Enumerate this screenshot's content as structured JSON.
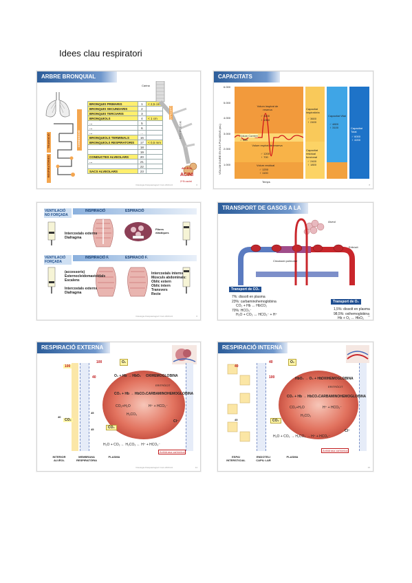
{
  "doc_title": "Idees clau respiratori",
  "footer_text": "Fisiologia Fisiopatologia II Curs 2023-24",
  "slide1": {
    "header": "ARBRE BRONQUIAL",
    "carina": "Carina",
    "left_side": [
      "ZONA DE CONDUCCIÓ",
      "CONDUCCIÓ",
      "TRANSICIÓ",
      "RESPIRATÒRIES"
    ],
    "rows": [
      {
        "name": "BRONQUIS PRIMARIS",
        "num": "1",
        "size": "< 2,5 cm"
      },
      {
        "name": "BRONQUIS SECUNDARIS",
        "num": "2",
        "size": ""
      },
      {
        "name": "BRONQUIS TERCIARIS",
        "num": "3",
        "size": ""
      },
      {
        "name": "BRONQUIOLS",
        "num": "4",
        "size": "< 1 cm"
      },
      {
        "name": "…",
        "num": "5",
        "size": ""
      },
      {
        "name": "…",
        "num": "6",
        "size": ""
      },
      {
        "name": "…",
        "num": "…",
        "size": ""
      },
      {
        "name": "BRONQUIOLS TERMINALS",
        "num": "16",
        "size": ""
      },
      {
        "name": "BRONQUIOLS RESPIRATORIS",
        "num": "17",
        "size": "< 0,5 mm"
      },
      {
        "name": "",
        "num": "18",
        "size": ""
      },
      {
        "name": "",
        "num": "19",
        "size": ""
      },
      {
        "name": "CONDUCTES ALVEOLARS",
        "num": "20",
        "size": ""
      },
      {
        "name": "…",
        "num": "21",
        "size": ""
      },
      {
        "name": "",
        "num": "22",
        "size": ""
      },
      {
        "name": "SACS ALVEOLARS",
        "num": "23",
        "size": ""
      }
    ],
    "cartilag": "CARTÍLAG",
    "muscul": "MÚSCUL LLIS",
    "alveol": "ALVÈOL",
    "acin": "ACINI",
    "acin_sub": "2^5=acini",
    "page": "6"
  },
  "slide2": {
    "header": "CAPACITATS PULMONARS",
    "ylabel": "VOLUM D'AIRE EN ELS PULMONS (mL)",
    "xlabel": "Temps",
    "yticks": [
      "6.000",
      "5.000",
      "4.000",
      "3.000",
      "2.000",
      "1.000"
    ],
    "vri_title": "Volum inspirat de reserva",
    "vri_vals": [
      "♂ 3100",
      "♀ 1900"
    ],
    "vc_title": "Volum Corrent",
    "vc_val": "♂ 500",
    "vre_title": "Volum espirat de reserva",
    "vre_vals": [
      "♂ 1200",
      "♀ 700"
    ],
    "vr_title": "Volum residual",
    "vr_vals": [
      "♂ 1200",
      "♀ 1100"
    ],
    "ci_title": "Capacitat inspiratòria",
    "ci_vals": [
      "♂ 3600",
      "♀ 2400"
    ],
    "crf_title": "Capacitat residual funcional",
    "crf_vals": [
      "♂ 2400",
      "♀ 1800"
    ],
    "cv_title": "Capacitat Vital",
    "cv_vals": [
      "♂ 4800",
      "♀ 3100"
    ],
    "ct_title": "Capacitat Total",
    "ct_vals": [
      "♂ 6000",
      "♀ 4200"
    ],
    "page": "8"
  },
  "slide3": {
    "row1_label": "VENTILACIÓ NO FORÇADA",
    "row1_insp": "INSPIRACIÓ",
    "row1_esp": "ESPIRACIÓ",
    "row1_muscles": [
      "Intercostals externs",
      "Diafragma"
    ],
    "fibres_label": "Fibres elàstiques",
    "row2_label": "VENTILACIÓ FORÇADA",
    "row2_insp": "INSPIRACIÓ F.",
    "row2_esp": "ESPIRACIÓ F.",
    "insp_f_muscles": [
      "(accessoris)",
      "Esternocleidomastoïdals",
      "Escalens",
      "",
      "Intercostals externs",
      "Diafragma"
    ],
    "esp_f_muscles": [
      "Intercostals interns",
      "Músculs abdominals:",
      "Oblic extern",
      "Oblic intern",
      "Transvers",
      "Recte"
    ],
    "page": "6"
  },
  "slide4": {
    "header": "TRANSPORT DE GASOS A LA SANG",
    "label_alveol": "Alveol",
    "label_eritrocit": "Eritròcit",
    "label_circ": "Circulació pulmonar",
    "co2_title": "Transport de CO₂",
    "co2_items": [
      "7%: dissolt en plasma",
      "23%: carbaminohemoglobina",
      "CO₂ + Hb ↔ HbCO₂",
      "70%: HCO₃⁻",
      "H₂O + CO₂ ↔ HCO₃⁻ + H⁺"
    ],
    "o2_title": "Transport de O₂",
    "o2_items": [
      "1,5%: dissolt en plasma",
      "98,5%: oxihemoglobina",
      "Hb + O₂ ↔ HbO₂"
    ],
    "page": "10"
  },
  "slide5": {
    "header": "RESPIRACIÓ EXTERNA",
    "o2_box": "O₂",
    "po2_values": [
      "100",
      "100",
      "40"
    ],
    "reaction1": "O₂ + Hb → HbO₂",
    "oxi": "OXIHEMOGLOBINA",
    "eritrocit": "ERITRÒCIT",
    "reaction2": "CO₂ + Hb → HbCO₂",
    "carb": "CARBAMINOHEMOGLOBINA",
    "co2h2o": "CO₂+H₂O",
    "h2co3": "H₂CO₃",
    "hhco3": "H⁺ + HCO₃⁻",
    "co2_label": "CO₂",
    "pco2_values": [
      "40",
      "45",
      "45"
    ],
    "cl": "Cl⁻",
    "bottom_eq": "H₂O + CO₂ ← H₂CO₃ ← H⁺ + HCO₃⁻",
    "enzyme": "Anhidrasa carbònica",
    "bottom_labels": [
      "INTERIOR ALVÈOL",
      "MEMBRANA RESPIRATÒRIA",
      "PLASMA"
    ],
    "page": "14"
  },
  "slide6": {
    "header": "RESPIRACIÓ INTERNA",
    "o2_box": "O₂",
    "po2_values": [
      "40",
      "40",
      "100"
    ],
    "reaction1": "HbO₂ → O₂ + Hb",
    "oxi": "OXIHEMOGLOBINA",
    "eritrocit": "ERITRÒCIT",
    "reaction2": "CO₂ + Hb → HbCO₂",
    "carb": "CARBAMINOHEMOGLOBINA",
    "co2h2o": "CO₂+H₂O",
    "h2co3": "H₂CO₃",
    "hhco3": "H⁺ + HCO₃⁻",
    "co2_label": "CO₂",
    "pco2_values": [
      "45"
    ],
    "cl": "Cl⁻",
    "bottom_eq": "H₂O + CO₂ → H₂CO₃ → H⁺ + HCO₃⁻",
    "enzyme": "Anhidrasa carbònica",
    "bottom_labels": [
      "ESPAI INTERSTICIAL",
      "ENDOTELI CAPIL·LAR",
      "PLASMA"
    ],
    "page": "15"
  }
}
